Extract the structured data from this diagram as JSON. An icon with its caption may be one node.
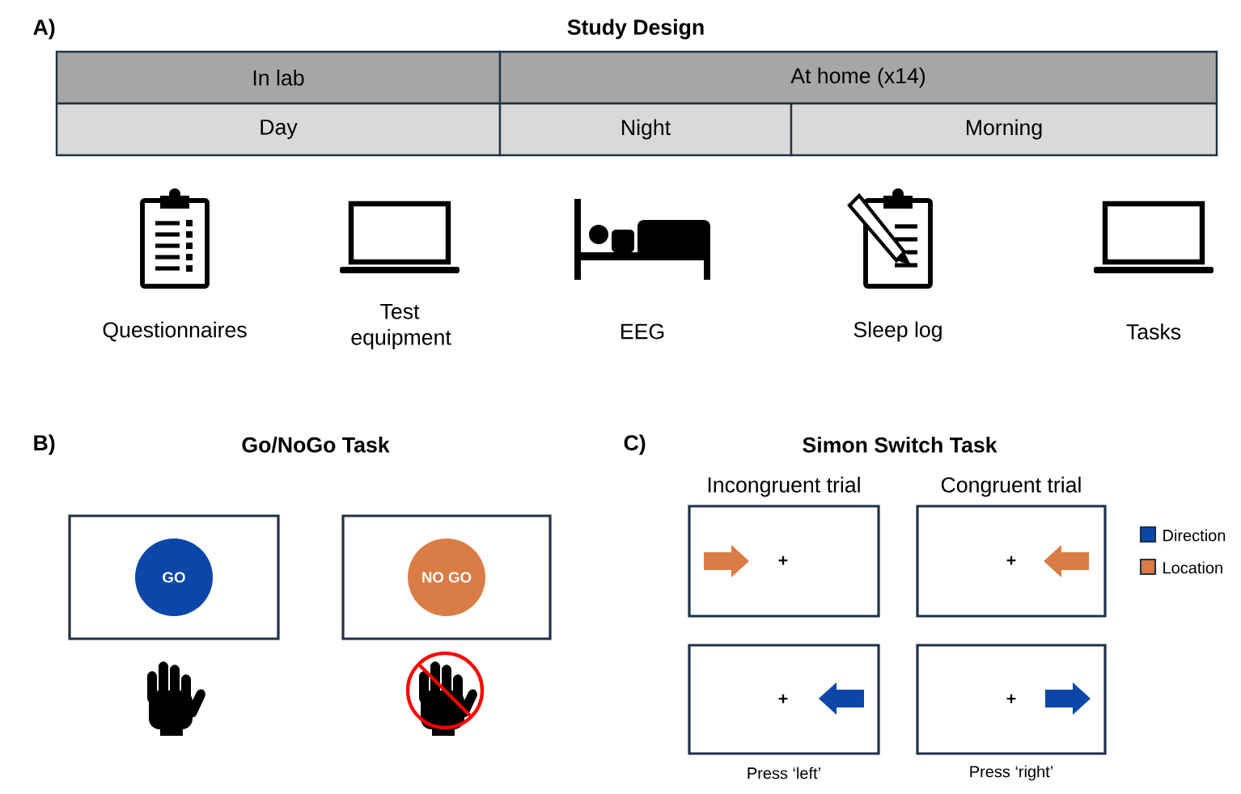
{
  "diagram": {
    "nodes": [
      {
        "text": [
          "In lab"
        ]
      },
      {
        "text": [
          "At home (x14)"
        ]
      },
      {
        "text": [
          "Day"
        ]
      },
      {
        "text": [
          "Night"
        ]
      },
      {
        "text": [
          "Morning"
        ]
      },
      {
        "text": [],
        "shape": "box"
      },
      {
        "text": [
          "GO"
        ],
        "in": 5
      },
      {
        "text": [],
        "shape": "box"
      },
      {
        "text": [
          "NO GO"
        ],
        "in": 7
      },
      {
        "text": [
          "+"
        ],
        "beside": [
          "Incongruent trial"
        ]
      },
      {
        "text": [
          "+"
        ],
        "beside": [
          "Congruent trial"
        ]
      },
      {
        "text": [
          "+"
        ],
        "beside": [
          "Press ‘left’"
        ]
      },
      {
        "text": [
          "+"
        ],
        "beside": [
          "Press ‘right’"
        ]
      }
    ],
    "labels": [
      "A)",
      "Study Design",
      "Questionnaires",
      "Test equipment",
      "EEG",
      "Sleep log",
      "Tasks",
      "B)",
      "Go/NoGo Task",
      "C)",
      "Simon Switch Task"
    ],
    "legend": [
      {
        "text": "Direction",
        "color": "#0a47a8"
      },
      {
        "text": "Location",
        "color": "#d97c45"
      }
    ]
  }
}
